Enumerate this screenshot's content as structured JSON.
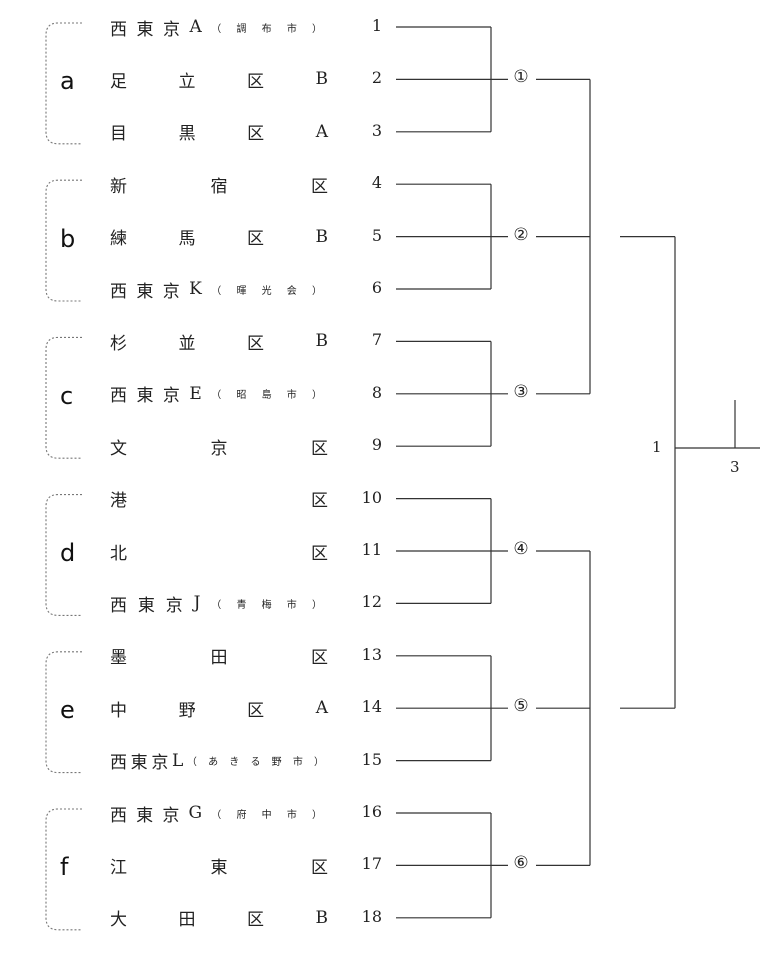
{
  "groups": [
    {
      "letter": "a"
    },
    {
      "letter": "b"
    },
    {
      "letter": "c"
    },
    {
      "letter": "d"
    },
    {
      "letter": "e"
    },
    {
      "letter": "f"
    }
  ],
  "teams": [
    {
      "seed": "1",
      "chars": [
        "西",
        "東",
        "京",
        "A",
        "（ 調 布 市 ）"
      ]
    },
    {
      "seed": "2",
      "chars": [
        "足",
        "立",
        "区",
        "B"
      ]
    },
    {
      "seed": "3",
      "chars": [
        "目",
        "黒",
        "区",
        "A"
      ]
    },
    {
      "seed": "4",
      "chars": [
        "新",
        "宿",
        "区"
      ]
    },
    {
      "seed": "5",
      "chars": [
        "練",
        "馬",
        "区",
        "B"
      ]
    },
    {
      "seed": "6",
      "chars": [
        "西",
        "東",
        "京",
        "K",
        "（ 暉 光 会 ）"
      ]
    },
    {
      "seed": "7",
      "chars": [
        "杉",
        "並",
        "区",
        "B"
      ]
    },
    {
      "seed": "8",
      "chars": [
        "西",
        "東",
        "京",
        "E",
        "（ 昭 島 市 ）"
      ]
    },
    {
      "seed": "9",
      "chars": [
        "文",
        "京",
        "区"
      ]
    },
    {
      "seed": "10",
      "chars": [
        "港",
        "区"
      ]
    },
    {
      "seed": "11",
      "chars": [
        "北",
        "区"
      ]
    },
    {
      "seed": "12",
      "chars": [
        "西",
        "東",
        "京",
        "J",
        "（ 青 梅 市 ）"
      ]
    },
    {
      "seed": "13",
      "chars": [
        "墨",
        "田",
        "区"
      ]
    },
    {
      "seed": "14",
      "chars": [
        "中",
        "野",
        "区",
        "A"
      ]
    },
    {
      "seed": "15",
      "chars": [
        "西",
        "東",
        "京",
        "L",
        "（ あ き る 野 市 ）"
      ]
    },
    {
      "seed": "16",
      "chars": [
        "西",
        "東",
        "京",
        "G",
        "（ 府 中 市 ）"
      ]
    },
    {
      "seed": "17",
      "chars": [
        "江",
        "東",
        "区"
      ]
    },
    {
      "seed": "18",
      "chars": [
        "大",
        "田",
        "区",
        "B"
      ]
    }
  ],
  "matches": [
    "①",
    "②",
    "③",
    "④",
    "⑤",
    "⑥"
  ],
  "final": {
    "left_label": "1",
    "right_label": "3"
  },
  "colors": {
    "line": "#333333",
    "bracket_dash": "#777777"
  }
}
